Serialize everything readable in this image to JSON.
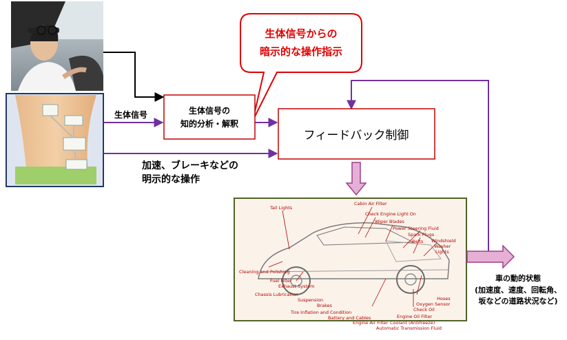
{
  "callout": {
    "line1": "生体信号からの",
    "line2": "暗示的な操作指示"
  },
  "analysis_box": {
    "line1": "生体信号の",
    "line2": "知的分析・解釈"
  },
  "feedback_box": {
    "label": "フィードバック制御"
  },
  "labels": {
    "bio_signal": "生体信号",
    "explicit_line1": "加速、ブレーキなどの",
    "explicit_line2": "明示的な操作",
    "vehicle_line1": "車の動的状態",
    "vehicle_line2": "(加速度、速度、回転角、",
    "vehicle_line3": "坂などの道路状況など)"
  },
  "car_parts": [
    "Tail Lights",
    "Cabin Air Filter",
    "Check Engine Light On",
    "Wiper Blades",
    "Power Steering Fluid",
    "Spark Plugs",
    "Belts",
    "Windshield",
    "Washer",
    "Lights",
    "Cleaning and Polishing",
    "Fuel Filter",
    "Exhaust System",
    "Chassis Lubrication",
    "Suspension",
    "Brakes",
    "Tire Inflation and Condition",
    "Battery and Cables",
    "Engine Air Filter",
    "Coolant (Antifreeze)",
    "Automatic Transmission Fluid",
    "Engine Oil Filter",
    "Check Oil",
    "Oxygen Sensor",
    "Hoses"
  ],
  "colors": {
    "purple_arrow": "#7030a0",
    "callout_red": "#e00000",
    "box_border": "#c00000",
    "pink_arrow_fill": "#e6b0d6",
    "pink_arrow_stroke": "#9e3d8a",
    "car_frame": "#4f6228",
    "bio_frame": "#1f3864",
    "part_label": "#b00000"
  }
}
